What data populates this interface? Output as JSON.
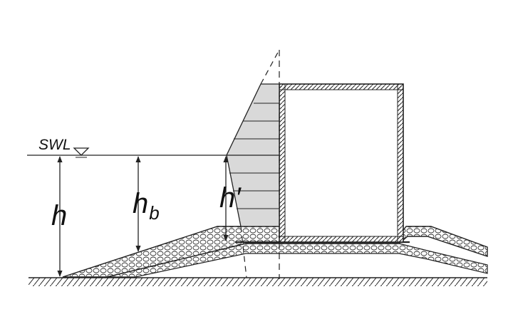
{
  "labels": {
    "swl": "SWL",
    "h": "h",
    "hb_base": "h",
    "hb_sub": "b",
    "h_prime": "h′"
  },
  "colors": {
    "ink": "#222222",
    "pressure_fill": "#d9d9d9",
    "background": "#ffffff"
  }
}
